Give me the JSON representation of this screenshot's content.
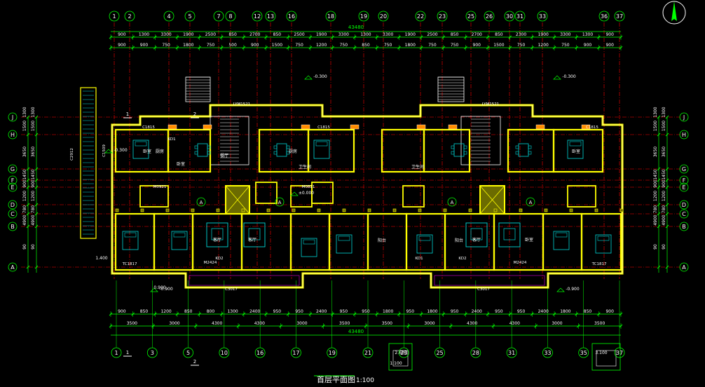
{
  "drawing": {
    "title": "首层平面图",
    "scale": "1:100",
    "overall_length": "43480",
    "north_arrow": "north-arrow-icon"
  },
  "axes_top": [
    "1",
    "2",
    "4",
    "5",
    "7",
    "8",
    "12",
    "13",
    "16",
    "18",
    "19",
    "20",
    "22",
    "23",
    "25",
    "26",
    "30",
    "31",
    "33",
    "36",
    "37"
  ],
  "axes_bottom": [
    "1",
    "3",
    "5",
    "10",
    "16",
    "17",
    "19",
    "21",
    "23",
    "25",
    "28",
    "31",
    "33",
    "35",
    "37"
  ],
  "axes_side": [
    "J",
    "H",
    "G",
    "F",
    "E",
    "D",
    "C",
    "B",
    "A"
  ],
  "dims_top_row1": [
    "900",
    "1300",
    "3300",
    "1900",
    "2500",
    "850",
    "2700",
    "850",
    "2500",
    "1900",
    "3300",
    "1300",
    "3300",
    "1900",
    "2500",
    "850",
    "2700",
    "850",
    "2300",
    "1900",
    "3300",
    "1300",
    "900"
  ],
  "dims_top_row2": [
    "900",
    "900",
    "750",
    "1800",
    "750",
    "500",
    "900",
    "1500",
    "750",
    "1200",
    "750",
    "850",
    "750",
    "1800",
    "750",
    "750",
    "900",
    "1500",
    "750",
    "1200",
    "750",
    "900",
    "900"
  ],
  "dims_bottom_row1": [
    "900",
    "850",
    "1200",
    "850",
    "800",
    "1300",
    "2400",
    "950",
    "950",
    "2400",
    "950",
    "950",
    "1800",
    "950",
    "1800",
    "950",
    "2400",
    "950",
    "950",
    "2400",
    "1800",
    "850",
    "900"
  ],
  "dims_bottom_row2": [
    "3500",
    "3000",
    "4300",
    "4300",
    "3000",
    "3500",
    "3500",
    "3000",
    "4300",
    "4300",
    "3000",
    "3500"
  ],
  "dims_left": [
    "1300",
    "1500",
    "3650",
    "1450",
    "900",
    "1200",
    "780",
    "4900",
    "90"
  ],
  "dims_right": [
    "1300",
    "1500",
    "3650",
    "1450",
    "900",
    "1200",
    "780",
    "4900",
    "90"
  ],
  "level_marks": [
    "-0.300",
    "-0.300",
    "±0.000",
    "-0.300",
    "-0.900",
    "-0.900"
  ],
  "room_labels": [
    "卧室",
    "卧室",
    "客厅",
    "客厅",
    "厨房",
    "厨房",
    "卫生间",
    "卫生间",
    "餐厅",
    "阳台",
    "阳台",
    "卧室",
    "卧室",
    "客厅"
  ],
  "window_tags": [
    "C1815",
    "TC1817",
    "C1815",
    "TC1817",
    "C1815",
    "M2424",
    "M2424",
    "C3017",
    "C3017",
    "KD1",
    "KD1",
    "KD2",
    "KD2",
    "M0921",
    "M0821",
    "LYM1521",
    "LYM1521",
    "C2912",
    "C1509"
  ],
  "note_labels": [
    "1.400",
    "0.900",
    "2.600",
    "3.100",
    "1:100"
  ],
  "section_marks": [
    "1",
    "2",
    "1",
    "2"
  ],
  "colors": {
    "background": "#000000",
    "axis": "#ff0000",
    "dim": "#00ff00",
    "wall": "#ffff00",
    "wall_fill": "#6b6b00",
    "furniture": "#00d8d8",
    "text": "#ffffff",
    "stair": "#ffffff",
    "thin": "#ff00ff"
  }
}
